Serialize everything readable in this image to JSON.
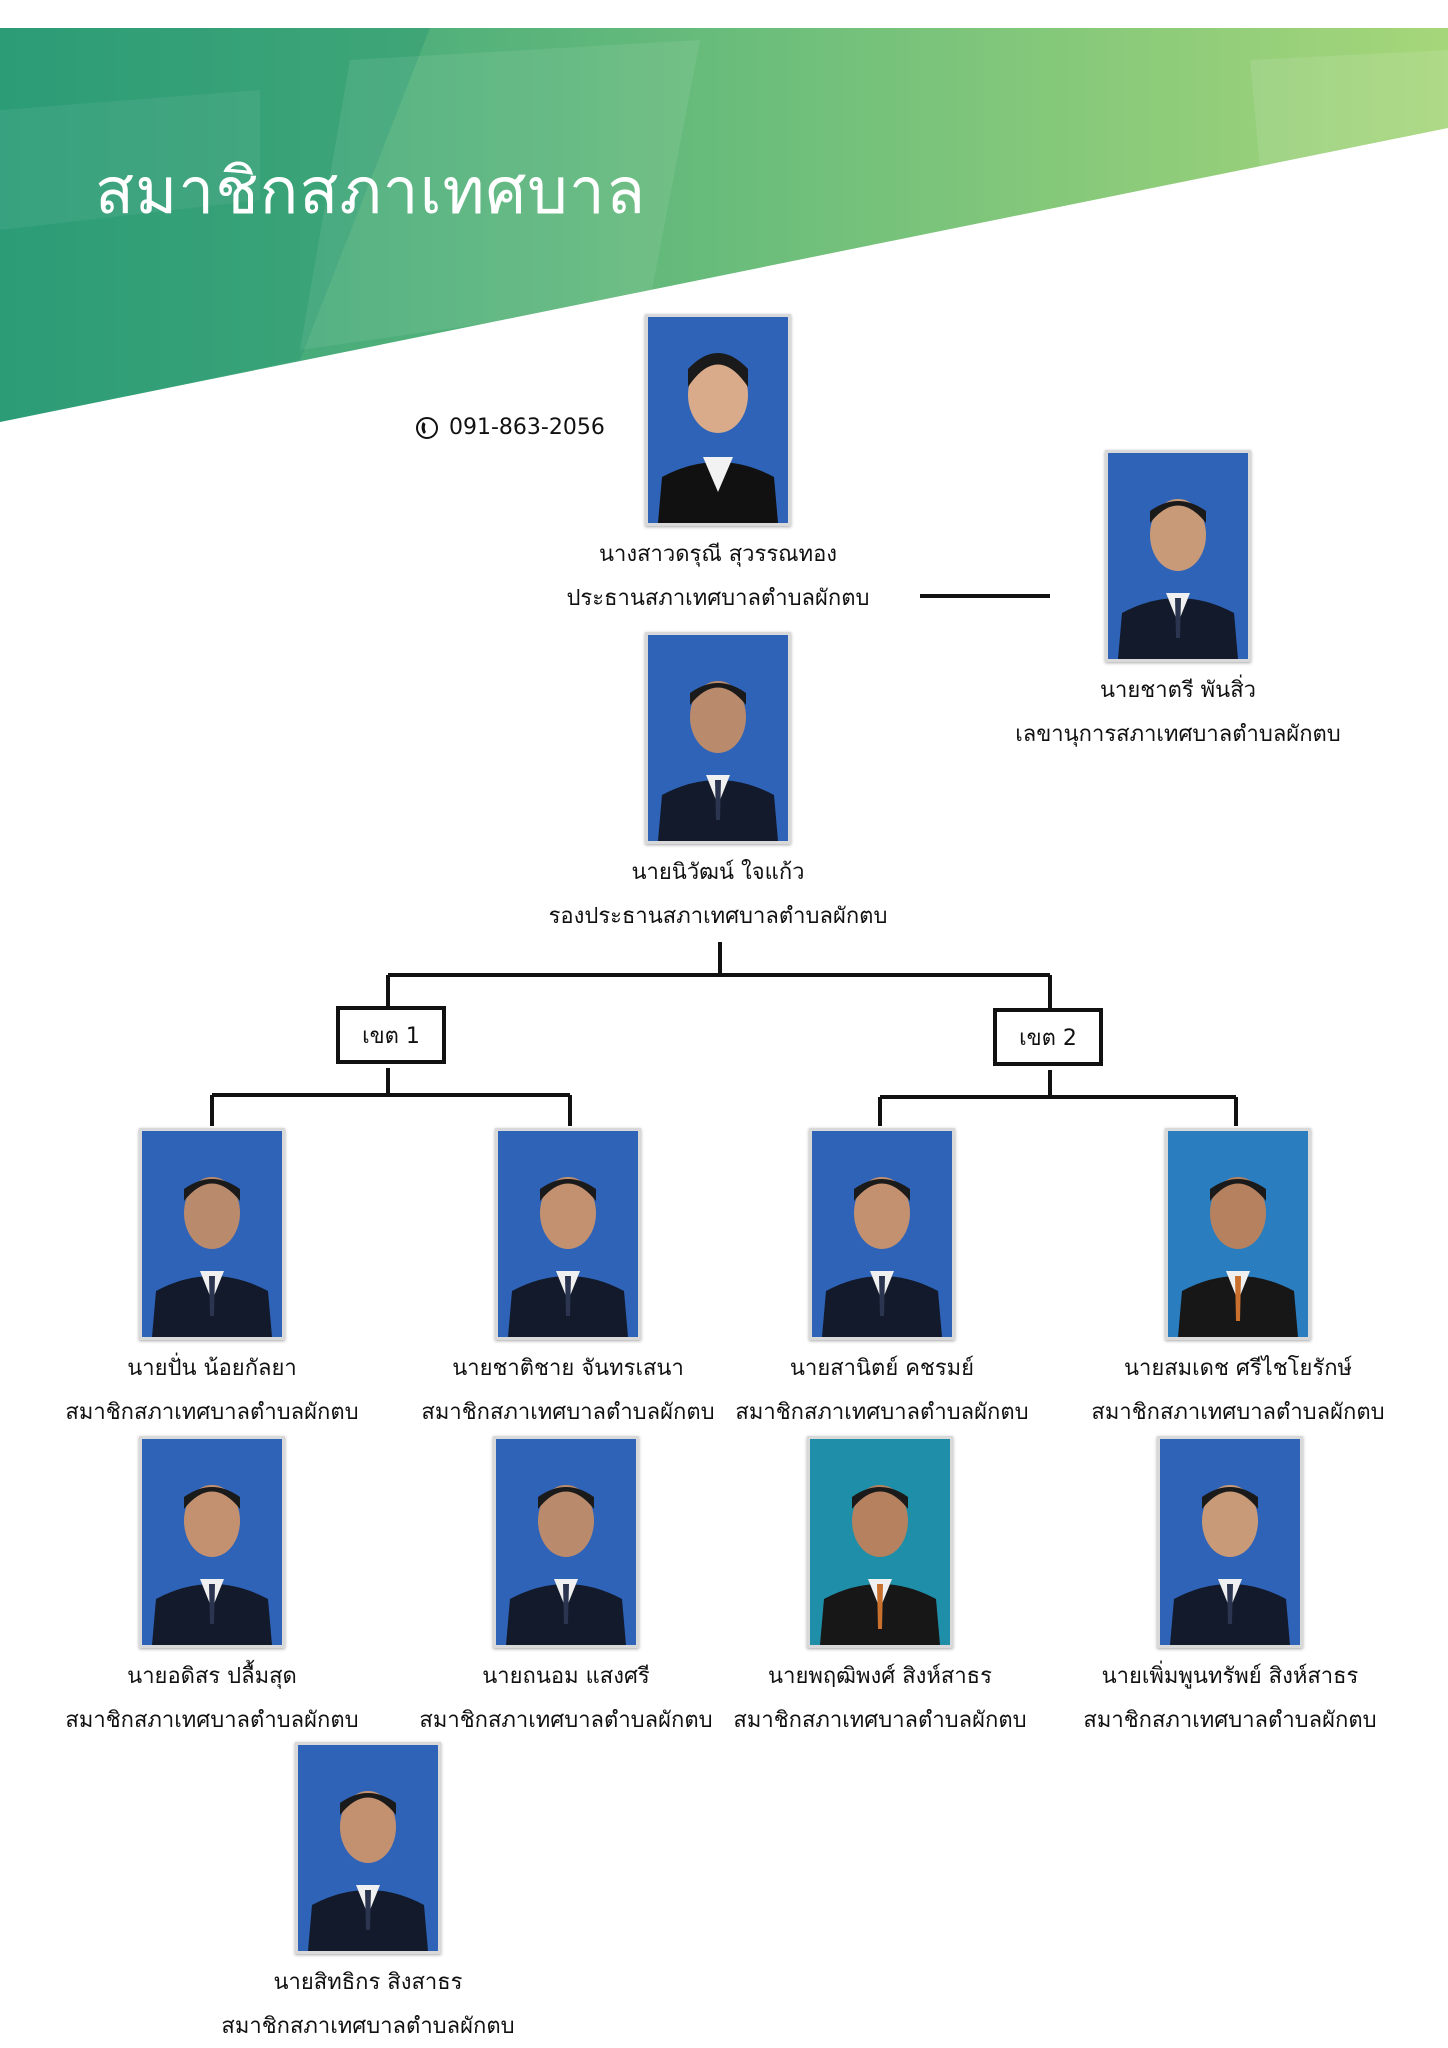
{
  "header": {
    "title": "สมาชิกสภาเทศบาล",
    "phone": "091-863-2056",
    "phone_icon": "phone-icon",
    "colors": {
      "green_dark": "#2e9f7a",
      "green_light": "#a6d67a"
    }
  },
  "chairman": {
    "name": "นางสาวดรุณี สุวรรณทอง",
    "role": "ประธานสภาเทศบาลตำบลผักตบ"
  },
  "secretary": {
    "name": "นายชาตรี พันสิ่ว",
    "role": "เลขานุการสภาเทศบาลตำบลผักตบ"
  },
  "vice_chairman": {
    "name": "นายนิวัฒน์ ใจแก้ว",
    "role": "รองประธานสภาเทศบาลตำบลผักตบ"
  },
  "zones": [
    {
      "label": "เขต 1"
    },
    {
      "label": "เขต 2"
    }
  ],
  "members": [
    {
      "name": "นายปั่น น้อยกัลยา",
      "role": "สมาชิกสภาเทศบาลตำบลผักตบ"
    },
    {
      "name": "นายชาติชาย จันทรเสนา",
      "role": "สมาชิกสภาเทศบาลตำบลผักตบ"
    },
    {
      "name": "นายสานิตย์ คชรมย์",
      "role": "สมาชิกสภาเทศบาลตำบลผักตบ"
    },
    {
      "name": "นายสมเดช ศรีไชโยรักษ์",
      "role": "สมาชิกสภาเทศบาลตำบลผักตบ"
    },
    {
      "name": "นายอดิสร ปลื้มสุด",
      "role": "สมาชิกสภาเทศบาลตำบลผักตบ"
    },
    {
      "name": "นายถนอม แสงศรี",
      "role": "สมาชิกสภาเทศบาลตำบลผักตบ"
    },
    {
      "name": "นายพฤฒิพงศ์ สิงห์สาธร",
      "role": "สมาชิกสภาเทศบาลตำบลผักตบ"
    },
    {
      "name": "นายเพิ่มพูนทรัพย์ สิงห์สาธร",
      "role": "สมาชิกสภาเทศบาลตำบลผักตบ"
    },
    {
      "name": "นายสิทธิกร สิงสาธร",
      "role": "สมาชิกสภาเทศบาลตำบลผักตบ"
    }
  ]
}
